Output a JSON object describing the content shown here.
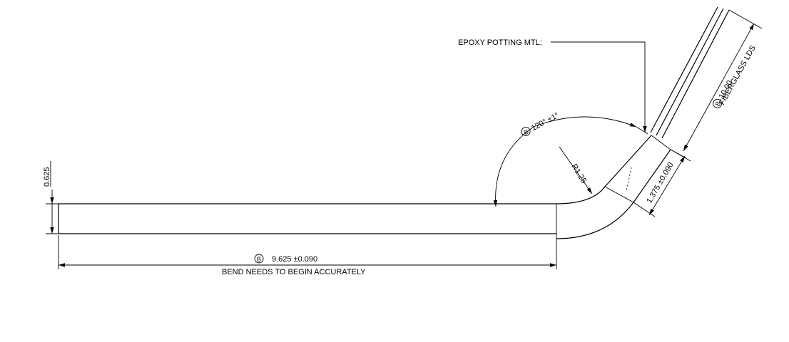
{
  "drawing": {
    "epoxy_note": "EPOXY POTTING MTL;",
    "fiberglass_dim": "10.00",
    "fiberglass_label": "FIBERGLASS LDS",
    "angle_dim": "120° ±1°",
    "radius_dim": "R1.25",
    "segment_dim": "1.375 ±0.090",
    "height_dim": "0.625",
    "length_dim": "9.625 ±0.090",
    "bend_note": "BEND NEEDS TO BEGIN ACCURATELY",
    "critical_symbol": "B"
  }
}
